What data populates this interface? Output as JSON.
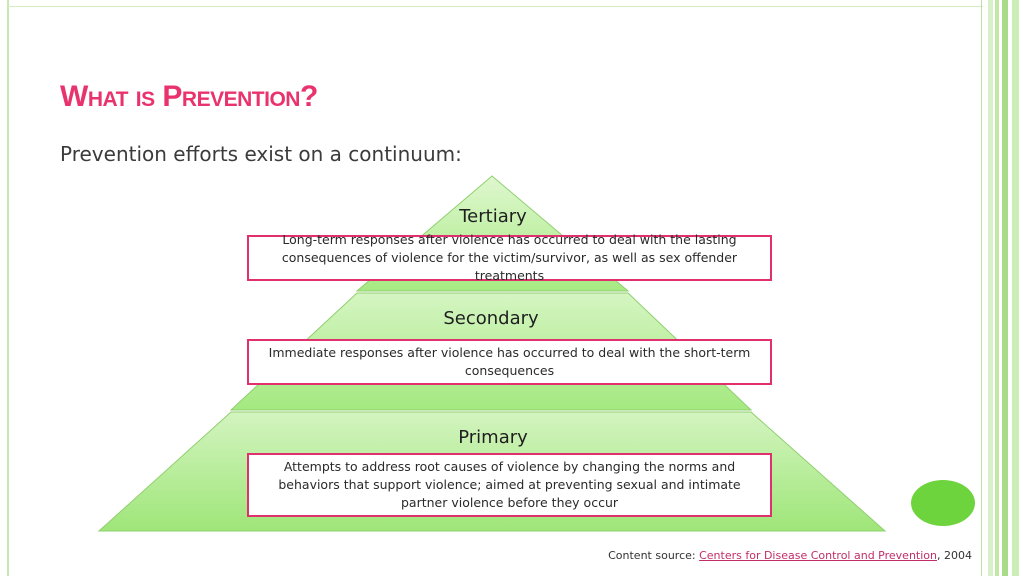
{
  "title": "What is Prevention?",
  "subtitle": "Prevention efforts exist on a continuum:",
  "tiers": [
    {
      "name": "Tertiary",
      "description": "Long-term responses after violence has occurred to deal with the lasting consequences of violence for the victim/survivor, as well as sex offender treatments"
    },
    {
      "name": "Secondary",
      "description": "Immediate responses after violence has occurred to deal with the short-term consequences"
    },
    {
      "name": "Primary",
      "description": "Attempts to address root causes of violence by changing the norms and behaviors that support violence; aimed at preventing sexual and intimate partner violence before they occur"
    }
  ],
  "source": {
    "prefix": "Content source: ",
    "link_text": "Centers for Disease Control and Prevention",
    "suffix": ", 2004"
  },
  "colors": {
    "accent": "#e9336e",
    "pyramid_fill": "#a8ec86",
    "box_border": "#e0306e",
    "decor_dot": "#6dd43d"
  }
}
